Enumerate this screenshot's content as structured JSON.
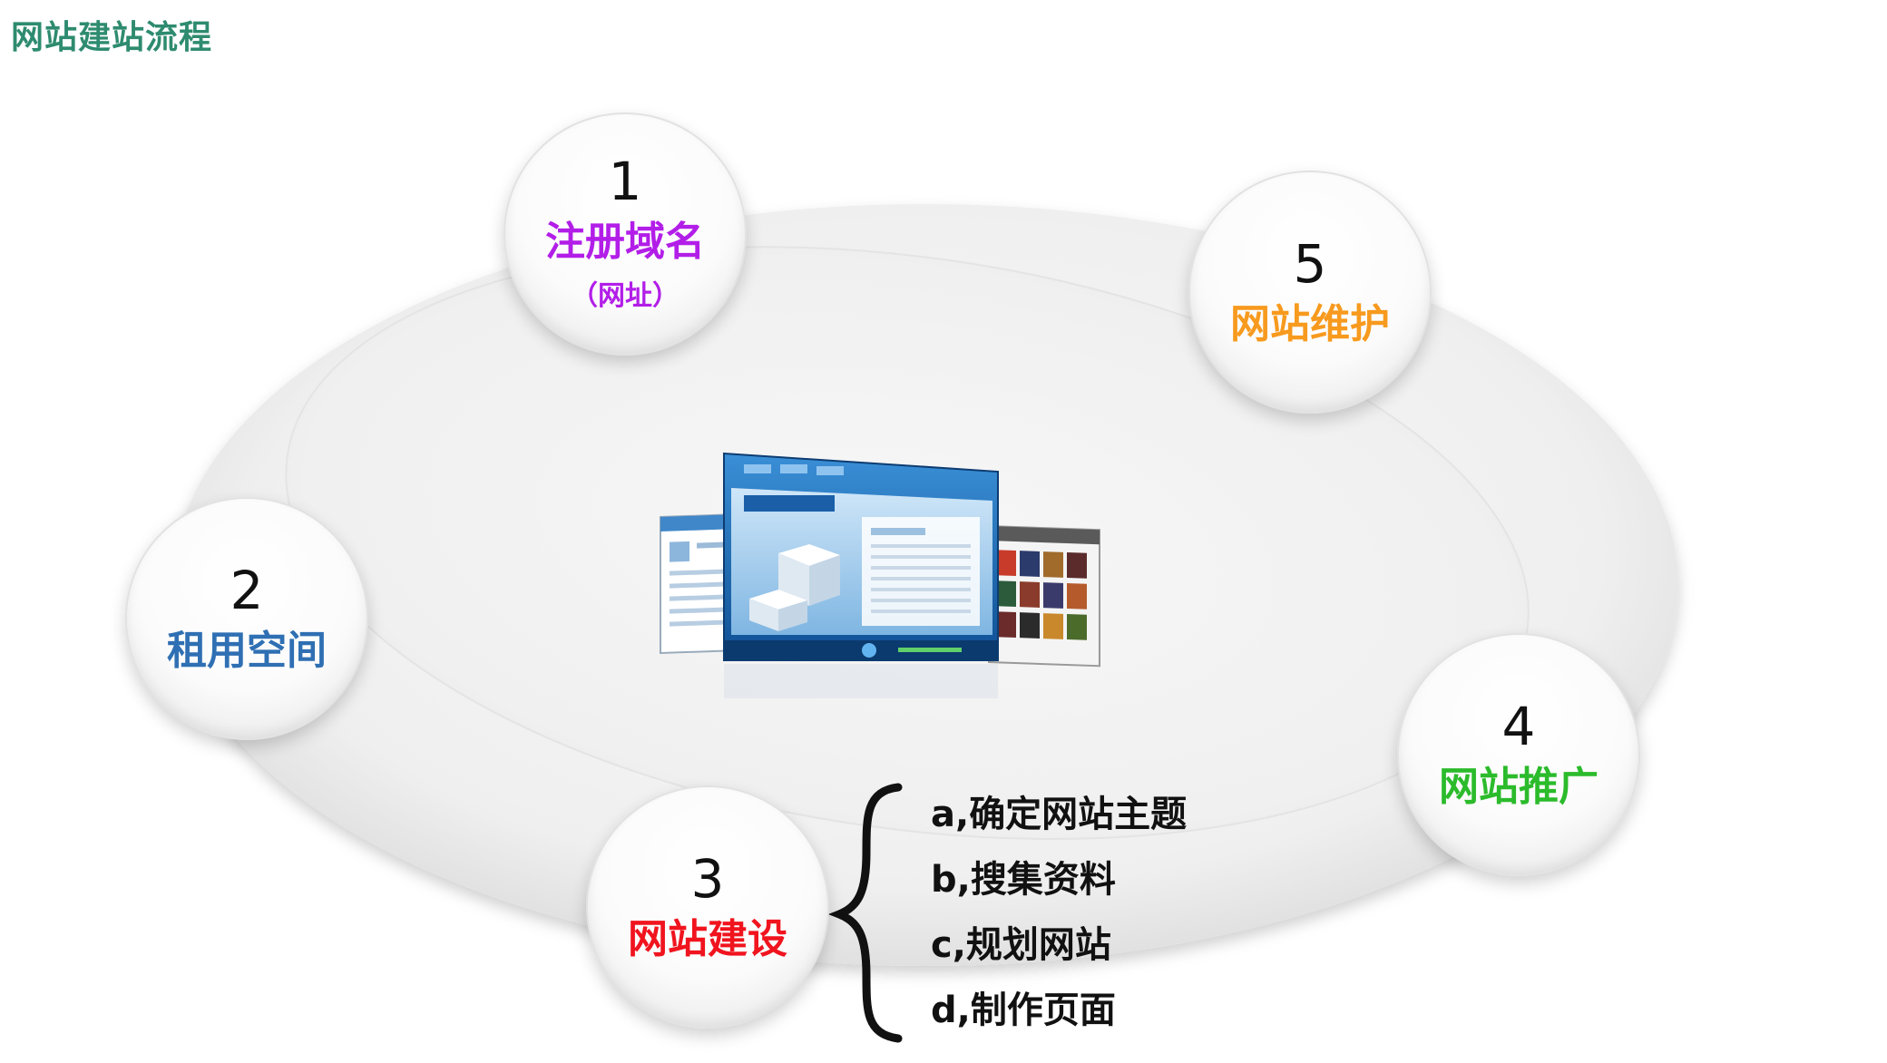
{
  "page_title": "网站建站流程",
  "steps": [
    {
      "number": "1",
      "label": "注册域名",
      "sub": "（网址）",
      "color": "#b21ee8"
    },
    {
      "number": "2",
      "label": "租用空间",
      "sub": "",
      "color": "#2f6fb3"
    },
    {
      "number": "3",
      "label": "网站建设",
      "sub": "",
      "color": "#f0141e"
    },
    {
      "number": "4",
      "label": "网站推广",
      "sub": "",
      "color": "#2bbb2b"
    },
    {
      "number": "5",
      "label": "网站维护",
      "sub": "",
      "color": "#f79a1e"
    }
  ],
  "substeps": [
    "a,确定网站主题",
    "b,搜集资料",
    "c,规划网站",
    "d,制作页面"
  ],
  "center_image": "software-screenshots-illustration"
}
